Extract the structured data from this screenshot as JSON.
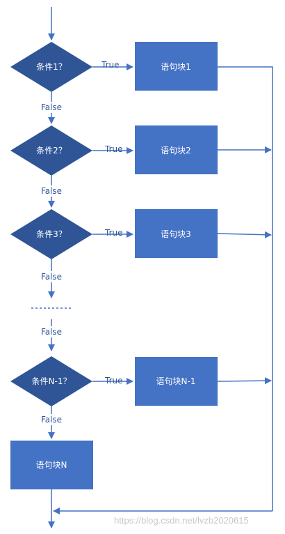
{
  "conditions": [
    {
      "label": "条件1？"
    },
    {
      "label": "条件2？"
    },
    {
      "label": "条件3？"
    },
    {
      "label": "条件N-1？"
    }
  ],
  "blocks": [
    {
      "label": "语句块1"
    },
    {
      "label": "语句块2"
    },
    {
      "label": "语句块3"
    },
    {
      "label": "语句块N-1"
    }
  ],
  "final_block": {
    "label": "语句块N"
  },
  "edge_labels": {
    "true": "True",
    "false": "False"
  },
  "watermark": "https://blog.csdn.net/lvzb2020615",
  "colors": {
    "shape_fill": "#4472c4",
    "diamond_fill": "#2f5597",
    "line": "#4472c4"
  }
}
